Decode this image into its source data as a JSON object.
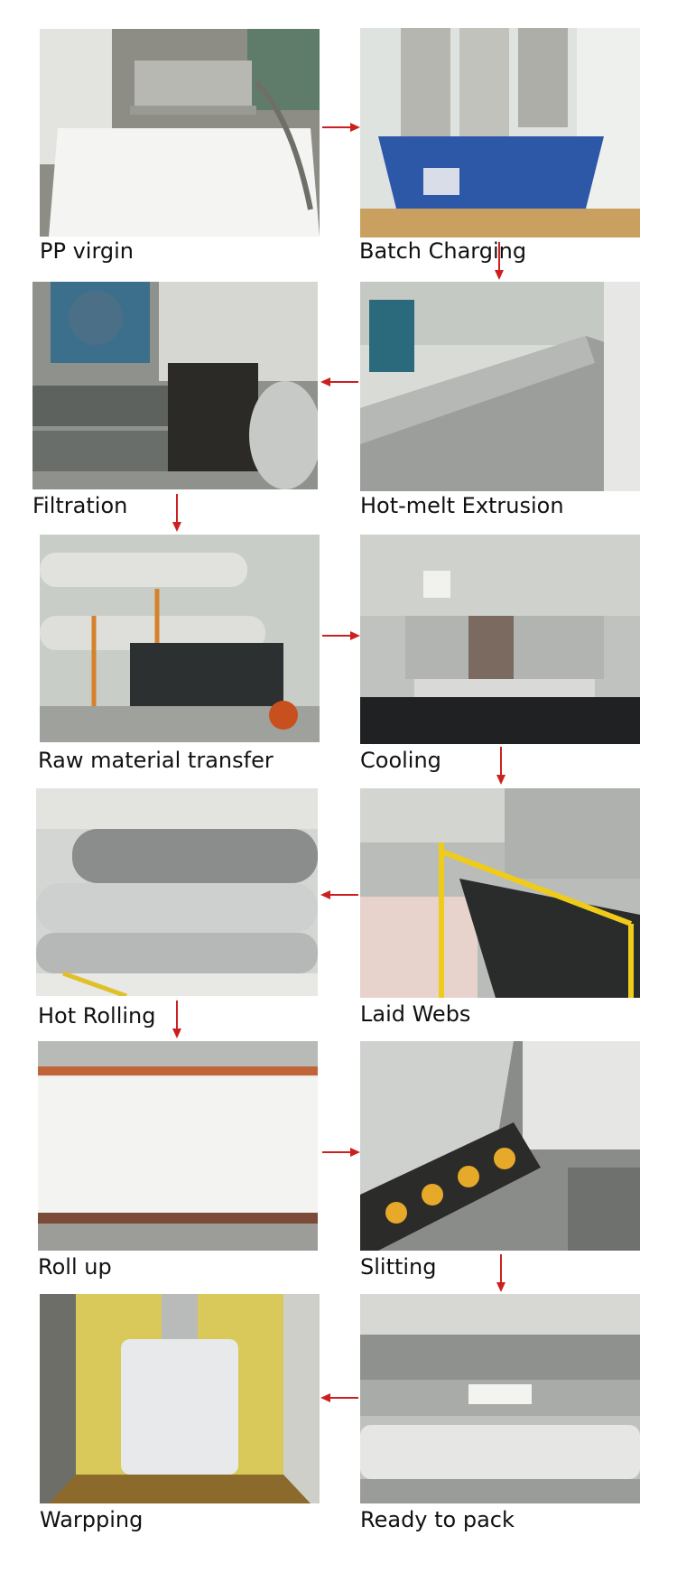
{
  "title": "",
  "colors": {
    "arrow": "#cc2020",
    "label_text": "#111111",
    "background": "#ffffff"
  },
  "steps": [
    {
      "label": "PP virgin"
    },
    {
      "label": "Batch Charging"
    },
    {
      "label": "Hot-melt Extrusion"
    },
    {
      "label": "Filtration"
    },
    {
      "label": "Raw material transfer"
    },
    {
      "label": "Cooling"
    },
    {
      "label": "Laid Webs"
    },
    {
      "label": "Hot Rolling"
    },
    {
      "label": "Roll up"
    },
    {
      "label": "Slitting"
    },
    {
      "label": "Ready to pack"
    },
    {
      "label": "Warpping"
    }
  ],
  "flow": [
    {
      "from": 0,
      "to": 1
    },
    {
      "from": 1,
      "to": 2
    },
    {
      "from": 2,
      "to": 3
    },
    {
      "from": 3,
      "to": 4
    },
    {
      "from": 4,
      "to": 5
    },
    {
      "from": 5,
      "to": 6
    },
    {
      "from": 6,
      "to": 7
    },
    {
      "from": 7,
      "to": 8
    },
    {
      "from": 8,
      "to": 9
    },
    {
      "from": 9,
      "to": 10
    },
    {
      "from": 10,
      "to": 11
    }
  ]
}
